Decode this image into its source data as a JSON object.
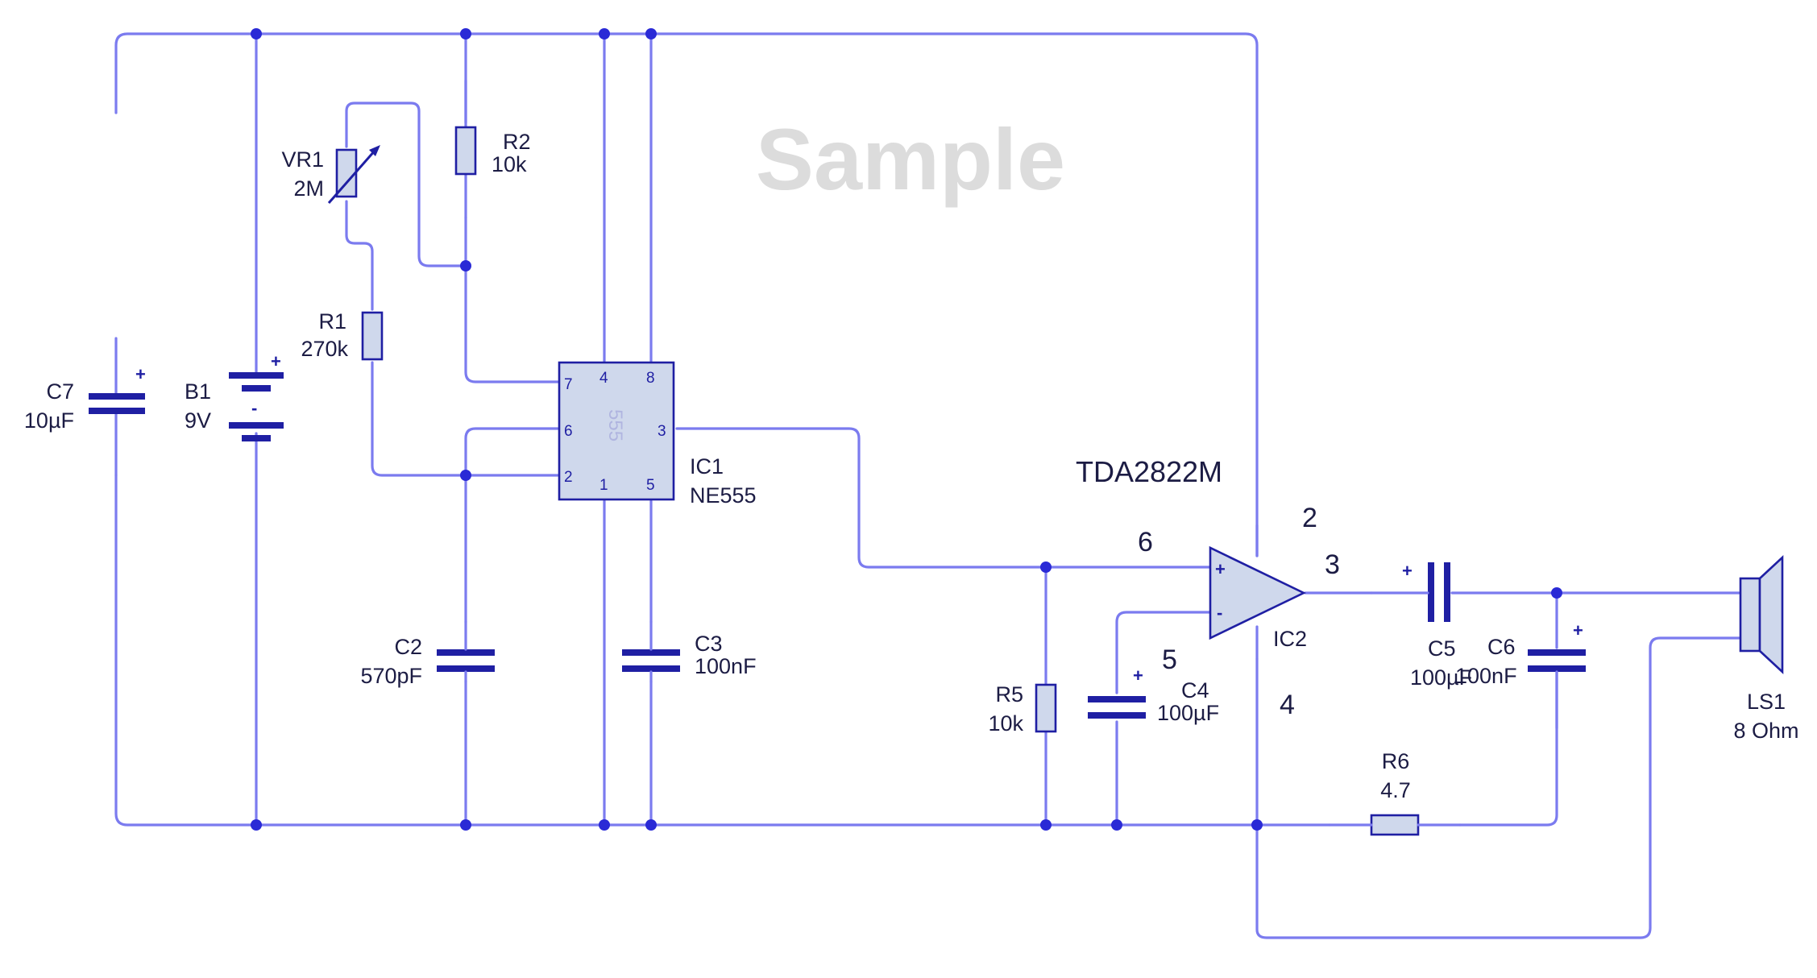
{
  "watermark": "Sample",
  "components": {
    "C7": {
      "ref": "C7",
      "value": "10µF"
    },
    "B1": {
      "ref": "B1",
      "value": "9V"
    },
    "VR1": {
      "ref": "VR1",
      "value": "2M"
    },
    "R2": {
      "ref": "R2",
      "value": "10k"
    },
    "R1": {
      "ref": "R1",
      "value": "270k"
    },
    "C2": {
      "ref": "C2",
      "value": "570pF"
    },
    "C3": {
      "ref": "C3",
      "value": "100nF"
    },
    "IC1": {
      "ref": "IC1",
      "value": "NE555",
      "chip_label": "555",
      "pins": {
        "p7": "7",
        "p4": "4",
        "p8": "8",
        "p6": "6",
        "p3": "3",
        "p2": "2",
        "p1": "1",
        "p5": "5"
      }
    },
    "IC2": {
      "ref": "IC2",
      "part": "TDA2822M",
      "pins": {
        "p6": "6",
        "p2": "2",
        "p3": "3",
        "p5": "5",
        "p4": "4"
      }
    },
    "R5": {
      "ref": "R5",
      "value": "10k"
    },
    "C4": {
      "ref": "C4",
      "value": "100µF"
    },
    "C5": {
      "ref": "C5",
      "value": "100µF"
    },
    "C6": {
      "ref": "C6",
      "value": "100nF"
    },
    "R6": {
      "ref": "R6",
      "value": "4.7"
    },
    "LS1": {
      "ref": "LS1",
      "value": "8 Ohm"
    }
  },
  "symbols": {
    "plus": "+",
    "minus": "-",
    "battery_gap": "-"
  },
  "colors": {
    "wire": "#7b7bef",
    "outline": "#1f1fa3",
    "fill": "#cfd8ec",
    "junction": "#2a2ad6",
    "watermark": "#dcdcdc"
  }
}
